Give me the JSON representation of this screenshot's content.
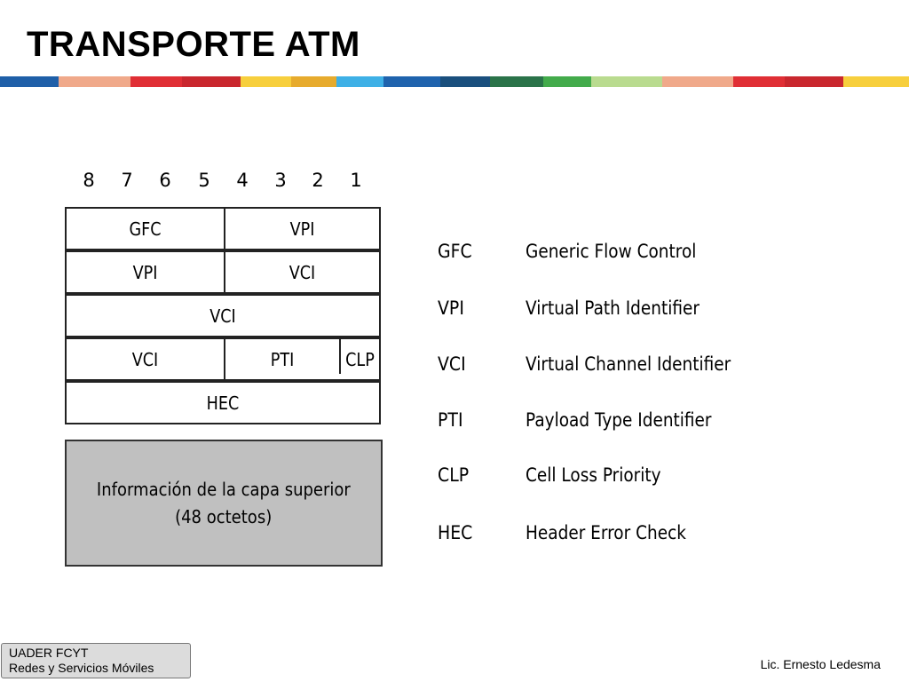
{
  "slide": {
    "title": "TRANSPORTE ATM",
    "color_bar": [
      "#1f5fa8",
      "#f0a98a",
      "#e02f35",
      "#c9272e",
      "#f7cf3d",
      "#e7ab2d",
      "#3eb0e6",
      "#1f63ad",
      "#1a4f7d",
      "#2a7349",
      "#43ab4b",
      "#b9db8f",
      "#f0a98a",
      "#e02f35",
      "#c9272e",
      "#f7cf3d"
    ]
  },
  "diagram": {
    "bit_labels": [
      "8",
      "7",
      "6",
      "5",
      "4",
      "3",
      "2",
      "1"
    ],
    "rows": [
      {
        "fields": [
          "GFC",
          "VPI"
        ]
      },
      {
        "fields": [
          "VPI",
          "VCI"
        ]
      },
      {
        "fields": [
          "VCI"
        ]
      },
      {
        "fields": [
          "VCI",
          "PTI",
          "CLP"
        ]
      },
      {
        "fields": [
          "HEC"
        ]
      }
    ],
    "payload": {
      "line1": "Información de la capa superior",
      "line2": "(48 octetos)",
      "color": "#c0c0c0"
    }
  },
  "legend": [
    {
      "abbr": "GFC",
      "desc": "Generic Flow Control"
    },
    {
      "abbr": "VPI",
      "desc": "Virtual Path Identifier"
    },
    {
      "abbr": "VCI",
      "desc": "Virtual Channel Identifier"
    },
    {
      "abbr": "PTI",
      "desc": "Payload Type Identifier"
    },
    {
      "abbr": "CLP",
      "desc": "Cell Loss Priority"
    },
    {
      "abbr": "HEC",
      "desc": "Header Error Check"
    }
  ],
  "footer": {
    "line1": "UADER FCYT",
    "line2": "Redes y Servicios Móviles",
    "author": "Lic. Ernesto Ledesma"
  }
}
